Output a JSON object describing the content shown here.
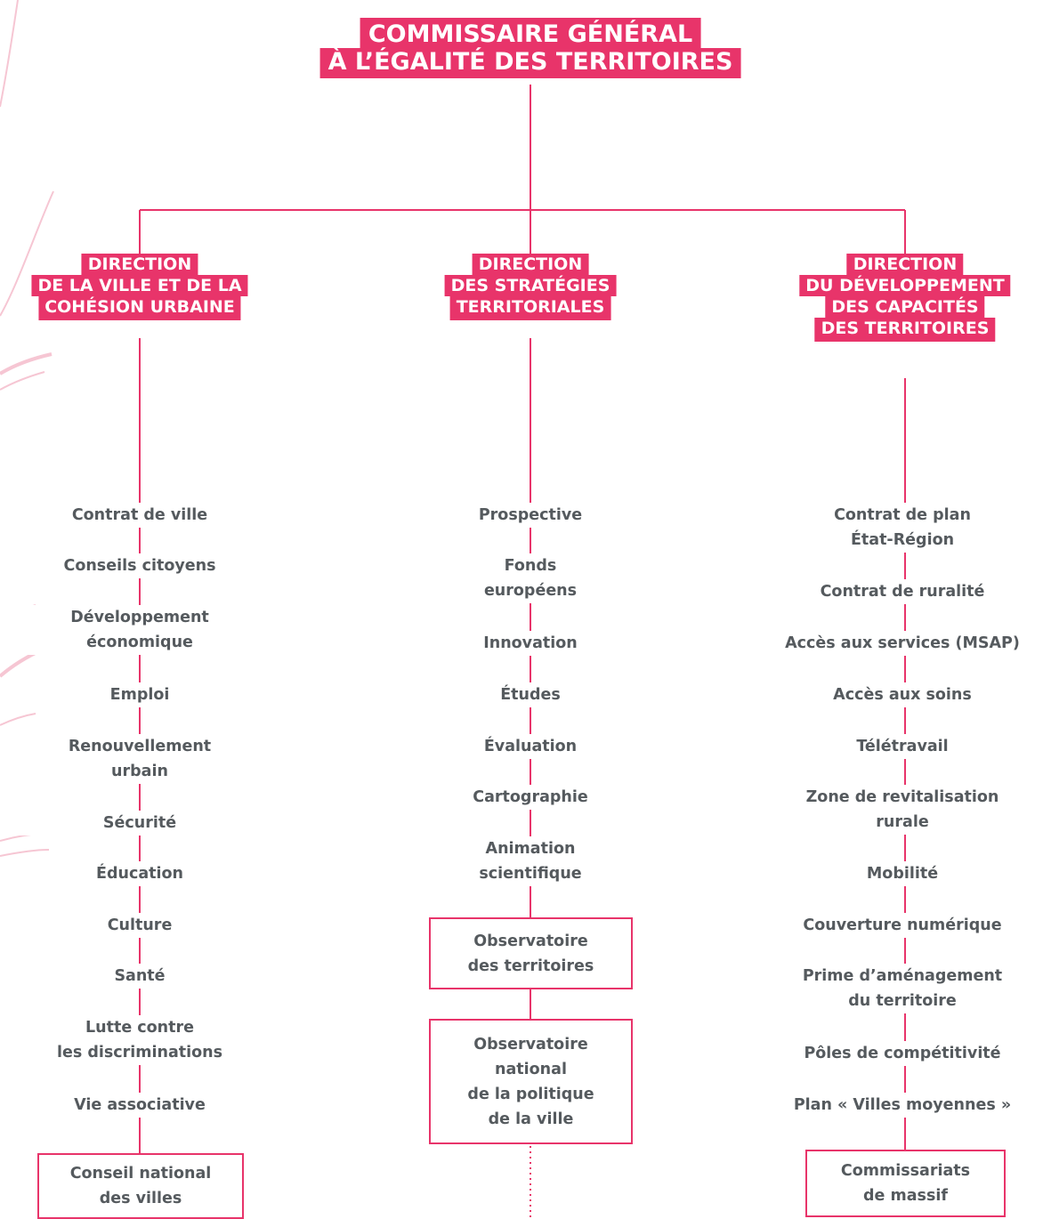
{
  "top": {
    "line1": "COMMISSAIRE GÉNÉRAL",
    "line2": "À L’ÉGALITÉ DES TERRITOIRES"
  },
  "directions": [
    {
      "title": [
        "DIRECTION",
        "DE LA VILLE ET DE LA",
        "COHÉSION URBAINE"
      ],
      "items": [
        "Contrat de ville",
        "Conseils citoyens",
        "Développement\néconomique",
        "Emploi",
        "Renouvellement\nurbain",
        "Sécurité",
        "Éducation",
        "Culture",
        "Santé",
        "Lutte contre\nles discriminations",
        "Vie associative"
      ],
      "boxes": [
        "Conseil national\ndes villes"
      ]
    },
    {
      "title": [
        "DIRECTION",
        "DES STRATÉGIES",
        "TERRITORIALES"
      ],
      "items": [
        "Prospective",
        "Fonds\neuropéens",
        "Innovation",
        "Études",
        "Évaluation",
        "Cartographie",
        "Animation\nscientifique"
      ],
      "boxes": [
        "Observatoire\ndes territoires",
        "Observatoire\nnational\nde la politique\nde la ville"
      ]
    },
    {
      "title": [
        "DIRECTION",
        "DU DÉVELOPPEMENT",
        "DES CAPACITÉS",
        "DES TERRITOIRES"
      ],
      "items": [
        "Contrat de plan\nÉtat-Région",
        "Contrat de ruralité",
        "Accès aux services (MSAP)",
        "Accès aux soins",
        "Télétravail",
        "Zone de revitalisation\nrurale",
        "Mobilité",
        "Couverture numérique",
        "Prime d’aménagement\ndu territoire",
        "Pôles de compétitivité",
        "Plan « Villes moyennes »"
      ],
      "boxes": [
        "Commissariats\nde massif"
      ]
    }
  ],
  "colors": {
    "accent": "#e8346a",
    "text": "#555a5e",
    "deco": "#f6c6d3"
  }
}
